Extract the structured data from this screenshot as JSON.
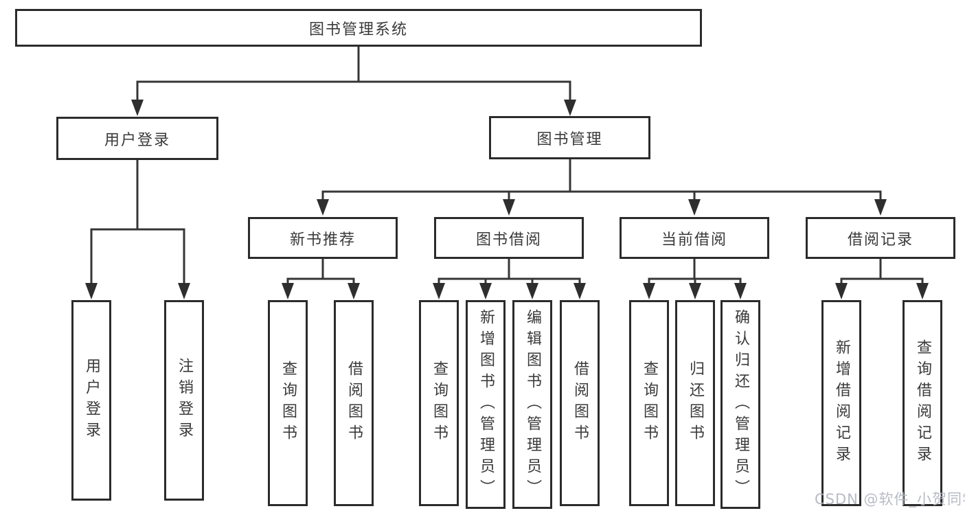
{
  "diagram": {
    "root": "图书管理系统",
    "branches": [
      {
        "label": "用户登录",
        "children": [
          {
            "label": "用户登录"
          },
          {
            "label": "注销登录"
          }
        ]
      },
      {
        "label": "图书管理",
        "sections": [
          {
            "label": "新书推荐",
            "children": [
              {
                "label": "查询图书"
              },
              {
                "label": "借阅图书"
              }
            ]
          },
          {
            "label": "图书借阅",
            "children": [
              {
                "label": "查询图书"
              },
              {
                "label": "新增图书（管理员）"
              },
              {
                "label": "编辑图书（管理员）"
              },
              {
                "label": "借阅图书"
              }
            ]
          },
          {
            "label": "当前借阅",
            "children": [
              {
                "label": "查询图书"
              },
              {
                "label": "归还图书"
              },
              {
                "label": "确认归还（管理员）"
              }
            ]
          },
          {
            "label": "借阅记录",
            "children": [
              {
                "label": "新增借阅记录"
              },
              {
                "label": "查询借阅记录"
              }
            ]
          }
        ]
      }
    ]
  },
  "watermark": {
    "text": "CSDN @软件_小贺同学"
  },
  "colors": {
    "background": "#ffffff",
    "box_border": "#2b2b2b",
    "line": "#363636",
    "arrow": "#2e2e2e",
    "text": "#3a3a3a",
    "watermark": "#b3b6c2"
  }
}
